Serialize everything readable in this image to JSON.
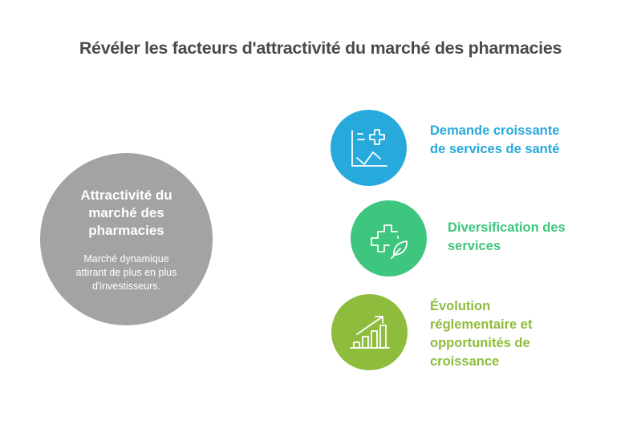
{
  "title": "Révéler les facteurs d'attractivité du marché des pharmacies",
  "center": {
    "title_lines": [
      "Attractivité du",
      "marché des",
      "pharmacies"
    ],
    "desc_lines": [
      "Marché dynamique",
      "attirant de plus en plus",
      "d'investisseurs."
    ],
    "color": "#a3a3a3"
  },
  "factors": [
    {
      "label_lines": [
        "Demande croissante",
        "de services de santé"
      ],
      "icon": "chart-medical-cross-icon",
      "color": "#27a9dc"
    },
    {
      "label_lines": [
        "Diversification des",
        "services"
      ],
      "icon": "medical-cross-leaf-icon",
      "color": "#3ec57e"
    },
    {
      "label_lines": [
        "Évolution",
        "réglementaire et",
        "opportunités de",
        "croissance"
      ],
      "icon": "growth-bar-chart-icon",
      "color": "#8ebc3c"
    }
  ]
}
